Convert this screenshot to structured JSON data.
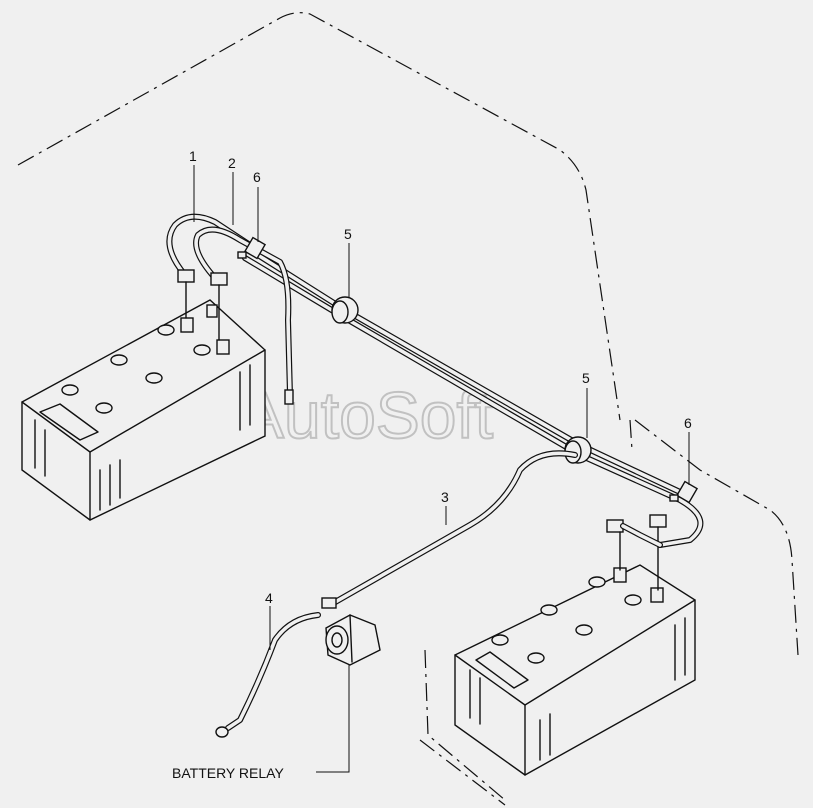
{
  "title": "",
  "watermark": "AutoSoft",
  "callouts": {
    "c1": "1",
    "c2": "2",
    "c3": "3",
    "c4": "4",
    "c5a": "5",
    "c5b": "5",
    "c6a": "6",
    "c6b": "6"
  },
  "battery_relay_label": "BATTERY RELAY"
}
